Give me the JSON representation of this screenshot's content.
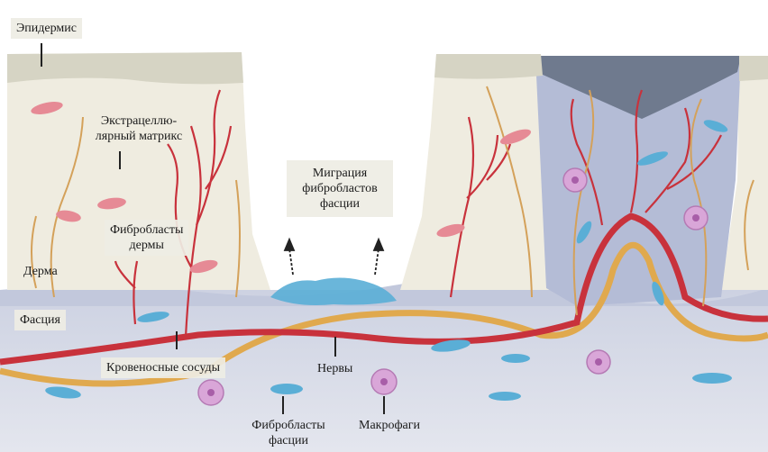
{
  "labels": {
    "epidermis": "Эпидермис",
    "ecm_line1": "Экстрацеллю-",
    "ecm_line2": "лярный матрикс",
    "fibro_dermis_line1": "Фибробласты",
    "fibro_dermis_line2": "дермы",
    "dermis": "Дерма",
    "fascia": "Фасция",
    "migration_line1": "Миграция",
    "migration_line2": "фибробластов",
    "migration_line3": "фасции",
    "vessels": "Кровеносные сосуды",
    "nerves": "Нервы",
    "fibro_fascia_line1": "Фибробласты",
    "fibro_fascia_line2": "фасции",
    "macrophages": "Макрофаги"
  },
  "colors": {
    "epidermis": "#d6d4c4",
    "dermis": "#efece0",
    "fascia": "#c9cedf",
    "scar": "#aeb7d3",
    "scar_cap": "#6f7a8e",
    "vessel": "#c8323c",
    "nerve": "#e0a94e",
    "fibroblast_dermis": "#e68a95",
    "fibroblast_fascia": "#5aaed6",
    "macrophage": "#d9a6d8"
  }
}
